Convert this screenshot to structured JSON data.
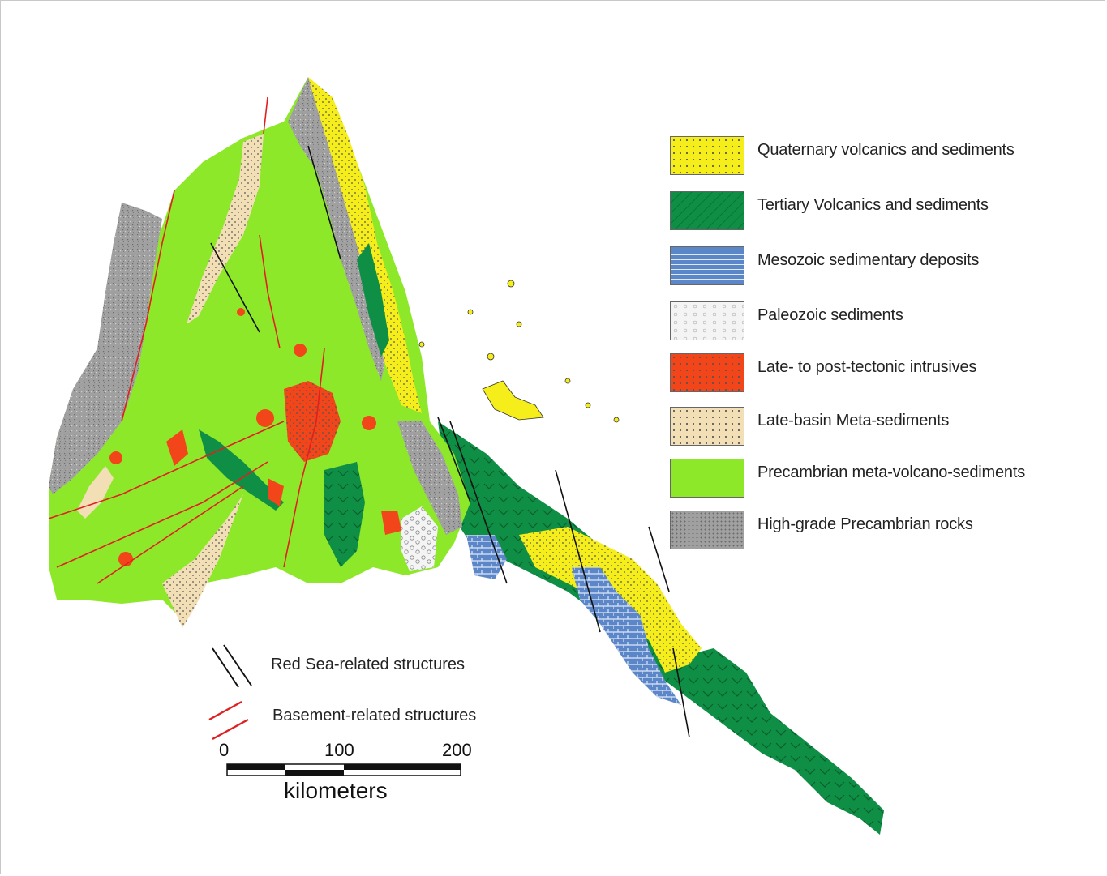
{
  "legend": {
    "items": [
      {
        "label": "Quaternary volcanics and sediments",
        "color": "#f5ee1a",
        "pattern": "dots"
      },
      {
        "label": "Tertiary Volcanics and sediments",
        "color": "#0f8f45",
        "pattern": "chevrons"
      },
      {
        "label": "Mesozoic sedimentary deposits",
        "color": "#5b86c8",
        "pattern": "bricks"
      },
      {
        "label": "Paleozoic sediments",
        "color": "#f4f4f4",
        "pattern": "circles"
      },
      {
        "label": "Late- to post-tectonic intrusives",
        "color": "#f2461a",
        "pattern": "dots"
      },
      {
        "label": "Late-basin Meta-sediments",
        "color": "#f3dfb5",
        "pattern": "dots"
      },
      {
        "label": "Precambrian meta-volcano-sediments",
        "color": "#8ee82a",
        "pattern": "none"
      },
      {
        "label": "High-grade Precambrian rocks",
        "color": "#a0a0a0",
        "pattern": "grain"
      }
    ]
  },
  "structures": {
    "red_sea": {
      "label": "Red Sea-related structures",
      "color": "#111111"
    },
    "basement": {
      "label": "Basement-related structures",
      "color": "#e02020"
    }
  },
  "scale_bar": {
    "ticks": [
      "0",
      "100",
      "200"
    ],
    "unit": "kilometers"
  }
}
